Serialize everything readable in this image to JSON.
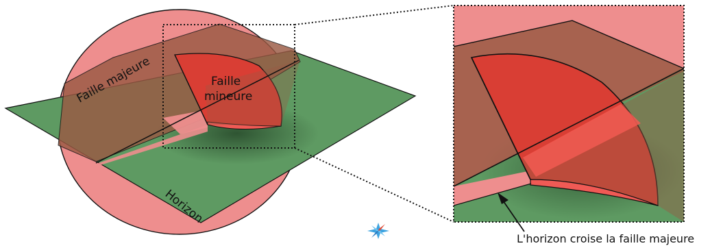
{
  "labels": {
    "major_fault": "Faille majeure",
    "minor_fault_line1": "Faille",
    "minor_fault_line2": "mineure",
    "horizon": "Horizon",
    "caption": "L'horizon croise la faille majeure"
  },
  "colors": {
    "horizon_green": "#5e9a62",
    "major_fault_pink": "#ee8e8e",
    "major_fault_brown": "#9a5a44",
    "minor_fault_red": "#d93e34",
    "outline": "#111111"
  },
  "icons": {
    "orientation": "compass-star-icon"
  }
}
